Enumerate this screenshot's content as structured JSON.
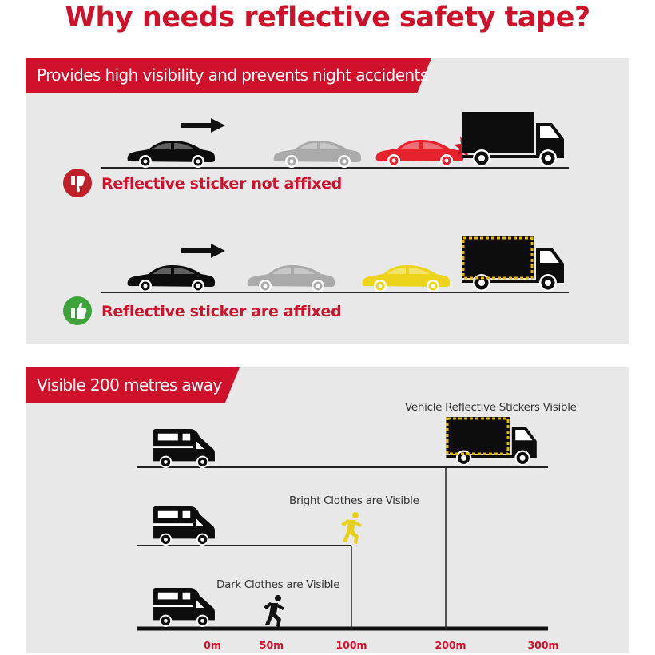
{
  "title": "Why needs reflective safety tape?",
  "section1": {
    "banner": "Provides high visibility and prevents night accidents",
    "row_not_affixed": {
      "status": "Reflective sticker not affixed",
      "icon": "thumbs-down-icon",
      "color": "#c0202a"
    },
    "row_affixed": {
      "status": "Reflective sticker are affixed",
      "icon": "thumbs-up-icon",
      "color": "#3da33a"
    }
  },
  "section2": {
    "banner": "Visible 200 metres away",
    "labels": {
      "vehicle": "Vehicle Reflective Stickers Visible",
      "bright": "Bright Clothes are Visible",
      "dark": "Dark Clothes are Visible"
    },
    "ticks": [
      "0m",
      "50m",
      "100m",
      "200m",
      "300m"
    ]
  },
  "colors": {
    "accent": "#d0112b",
    "panel": "#e8e8e8",
    "car_grey": "#aaaaaa",
    "car_red": "#e8222d",
    "car_yellow": "#ecd41a",
    "reflective_tape": "#e6b800"
  }
}
